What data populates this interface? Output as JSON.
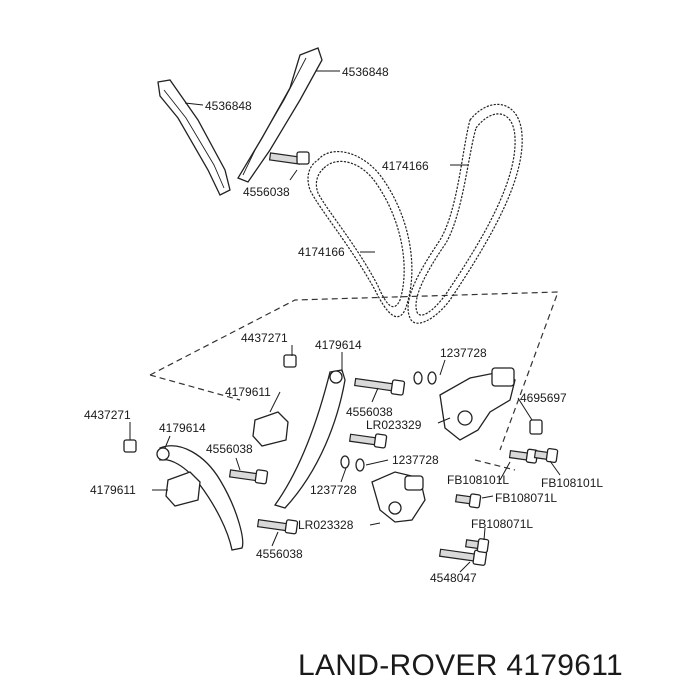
{
  "brand_caption": "LAND-ROVER 4179611",
  "diagram": {
    "callouts": [
      {
        "id": "c1",
        "text": "4536848"
      },
      {
        "id": "c2",
        "text": "4536848"
      },
      {
        "id": "c3",
        "text": "4556038"
      },
      {
        "id": "c4",
        "text": "4174166"
      },
      {
        "id": "c5",
        "text": "4174166"
      },
      {
        "id": "c6",
        "text": "4437271"
      },
      {
        "id": "c7",
        "text": "4179614"
      },
      {
        "id": "c8",
        "text": "1237728"
      },
      {
        "id": "c9",
        "text": "4179611"
      },
      {
        "id": "c10",
        "text": "4556038"
      },
      {
        "id": "c11",
        "text": "LR023329"
      },
      {
        "id": "c12",
        "text": "4695697"
      },
      {
        "id": "c13",
        "text": "4437271"
      },
      {
        "id": "c14",
        "text": "4179614"
      },
      {
        "id": "c15",
        "text": "4556038"
      },
      {
        "id": "c16",
        "text": "1237728"
      },
      {
        "id": "c17",
        "text": "4179611"
      },
      {
        "id": "c18",
        "text": "1237728"
      },
      {
        "id": "c19",
        "text": "FB108101L"
      },
      {
        "id": "c20",
        "text": "FB108101L"
      },
      {
        "id": "c21",
        "text": "FB108071L"
      },
      {
        "id": "c22",
        "text": "LR023328"
      },
      {
        "id": "c23",
        "text": "FB108071L"
      },
      {
        "id": "c24",
        "text": "4556038"
      },
      {
        "id": "c25",
        "text": "4548047"
      }
    ]
  }
}
